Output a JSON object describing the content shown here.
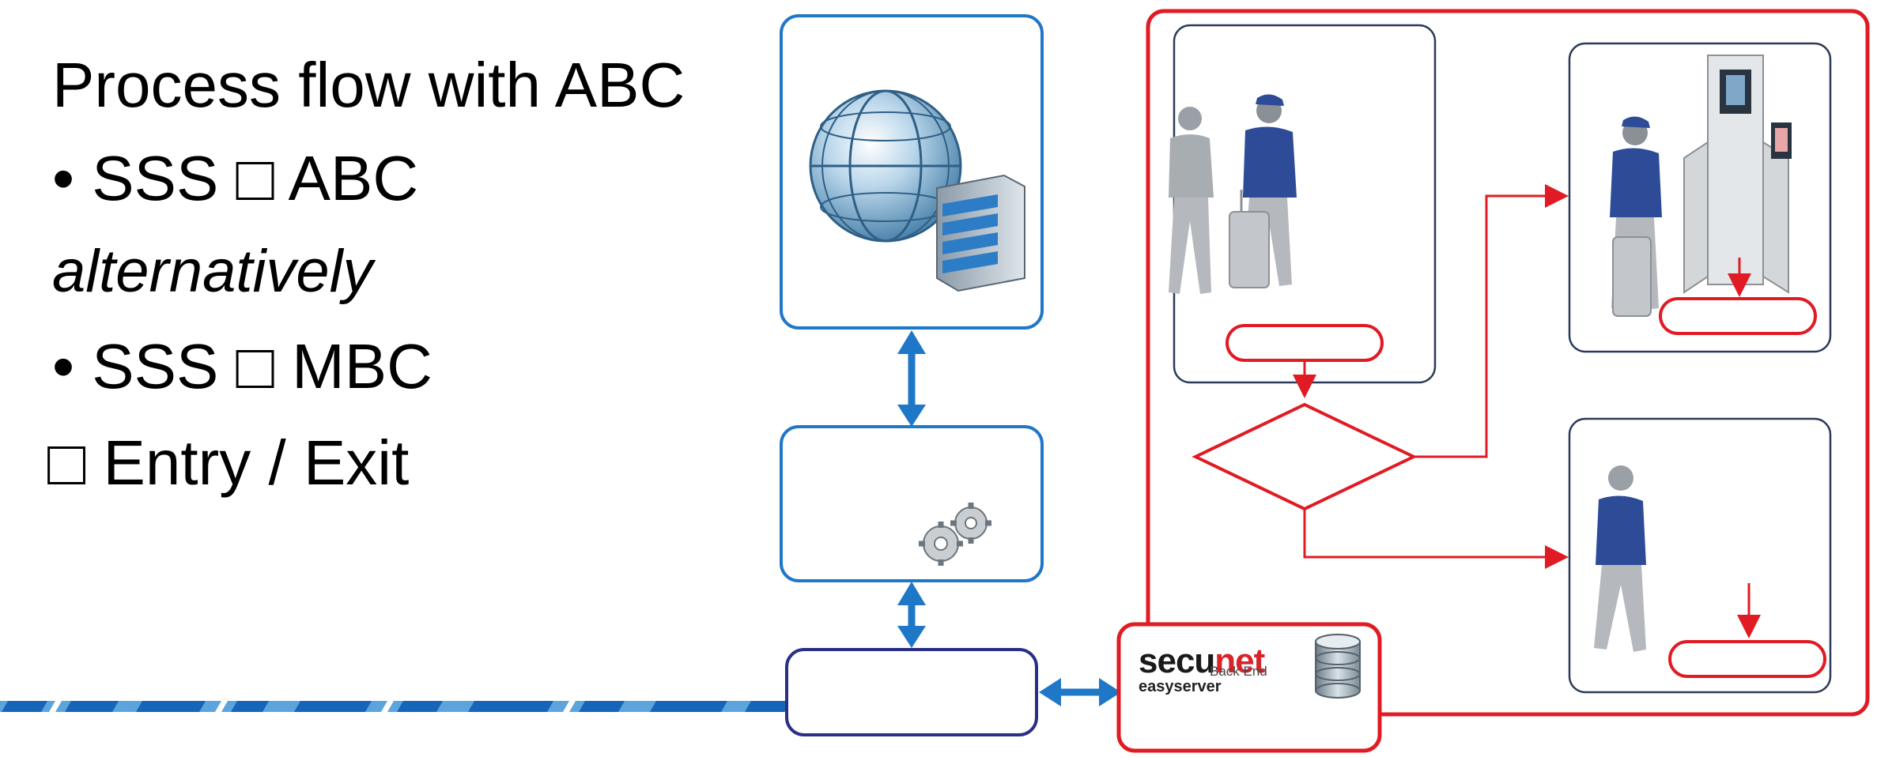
{
  "slide": {
    "title": "Process flow with ABC",
    "bullet_1": "• SSS  □ ABC",
    "alternatively": "alternatively",
    "bullet_2": "• SSS  □ MBC",
    "bullet_3": "□ Entry / Exit"
  },
  "brand": {
    "secu": "secu",
    "net": "net",
    "sub": "easyserver",
    "end": "Back End"
  },
  "colors": {
    "blue_box": "#1f77c7",
    "navy_box": "#2a2f86",
    "red": "#e01b24",
    "person_shirt": "#2d4b97",
    "stripe_dark": "#1565b8",
    "stripe_light": "#5ea4dc"
  },
  "icons": [
    "globe-server-icon",
    "gears-icon",
    "database-icon",
    "traveller-icon",
    "abc-gate-icon"
  ]
}
